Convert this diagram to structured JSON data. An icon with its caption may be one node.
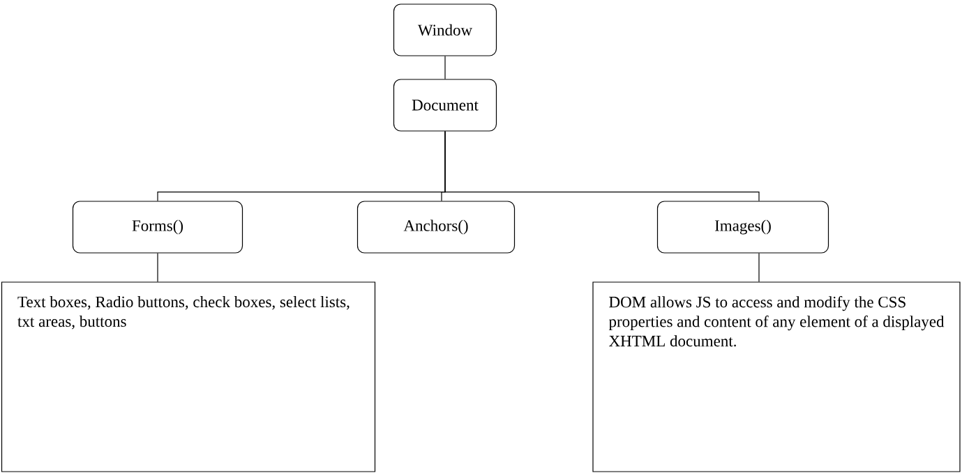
{
  "diagram": {
    "nodes": [
      {
        "text": [
          "Window"
        ]
      },
      {
        "text": [
          "Document"
        ]
      },
      {
        "text": [
          "Forms()"
        ]
      },
      {
        "text": [
          "Anchors()"
        ]
      },
      {
        "text": [
          "Images()"
        ]
      },
      {
        "text": [
          "Text boxes, Radio buttons, check boxes, select lists, txt areas, buttons"
        ]
      },
      {
        "text": [
          "DOM allows JS to access and modify the CSS properties and content of any element of a displayed XHTML document."
        ]
      }
    ],
    "edges": [
      {
        "from": 0,
        "to": 1,
        "arrow": "none"
      },
      {
        "from": 1,
        "to": 2,
        "arrow": "none"
      },
      {
        "from": 1,
        "to": 3,
        "arrow": "none"
      },
      {
        "from": 1,
        "to": 4,
        "arrow": "none"
      },
      {
        "from": 2,
        "to": 5,
        "arrow": "none"
      },
      {
        "from": 4,
        "to": 6,
        "arrow": "none"
      }
    ]
  }
}
